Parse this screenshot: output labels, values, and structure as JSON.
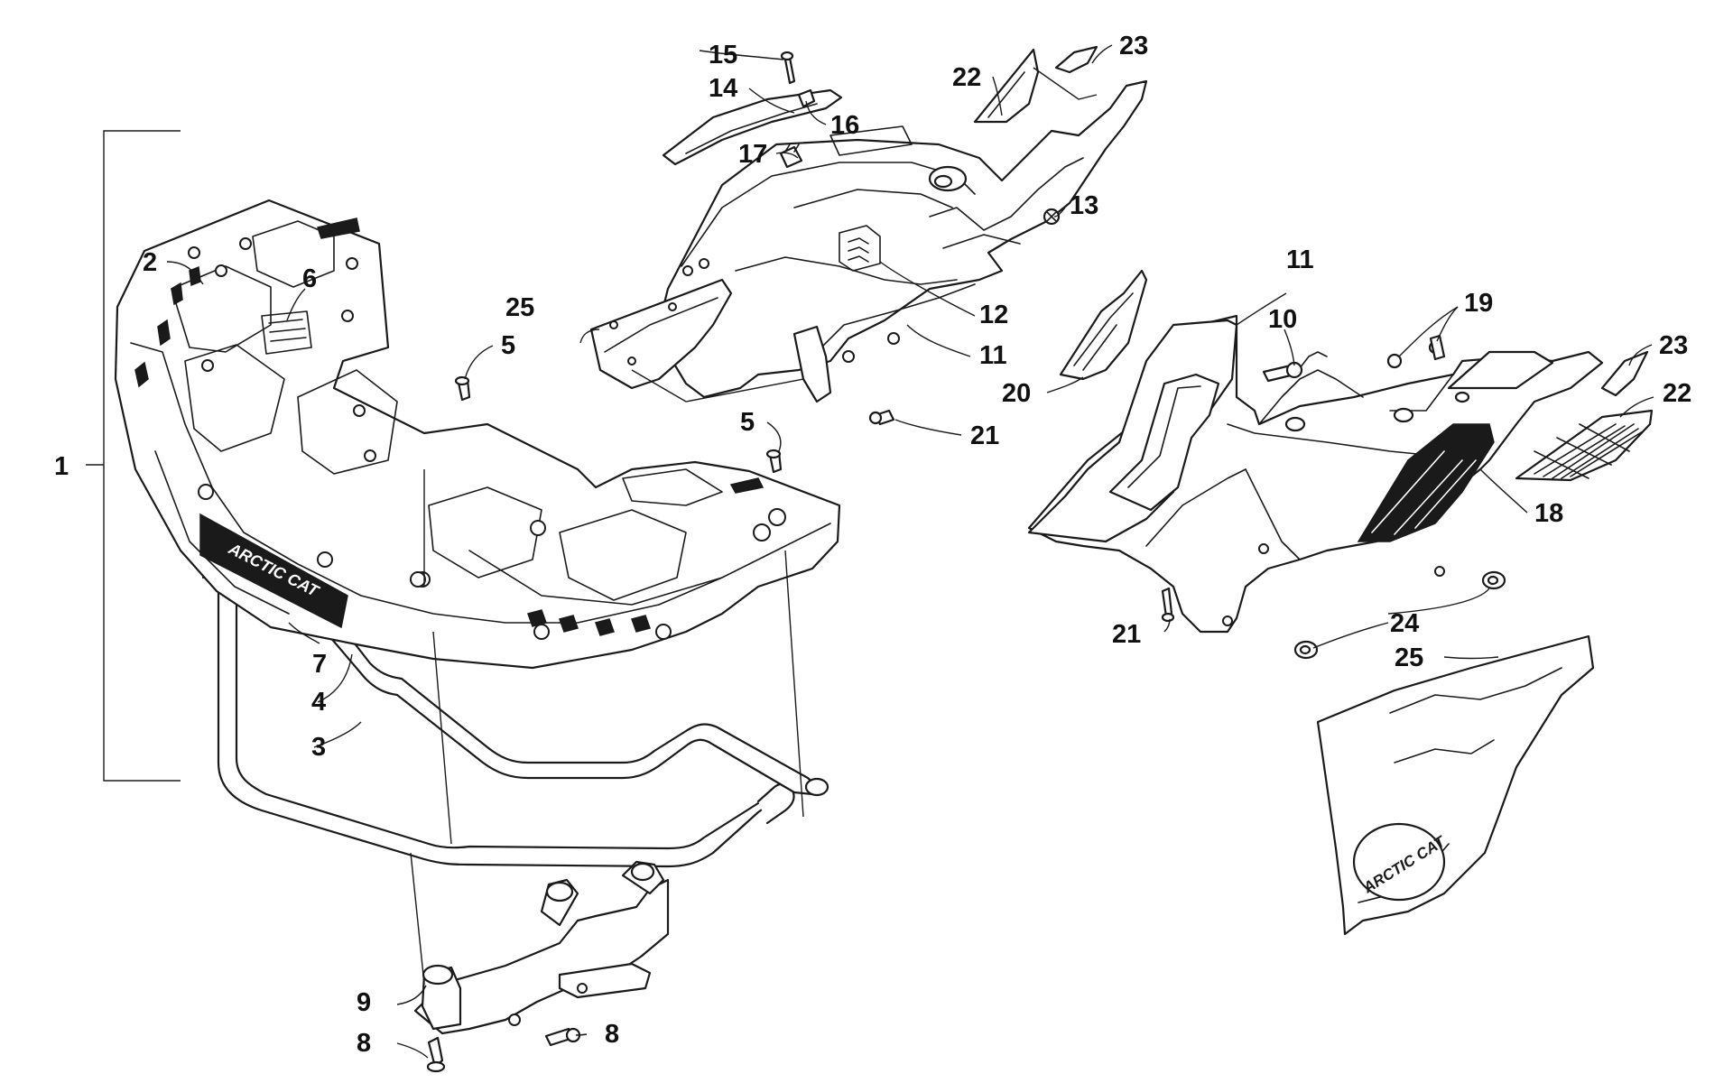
{
  "decals": {
    "front_brand": "ARCTIC CAT",
    "side_brand": "ARCTIC CAT"
  },
  "callouts": [
    "1",
    "2",
    "3",
    "4",
    "5",
    "5",
    "6",
    "7",
    "8",
    "8",
    "9",
    "10",
    "11",
    "11",
    "12",
    "13",
    "14",
    "15",
    "16",
    "17",
    "18",
    "19",
    "20",
    "21",
    "21",
    "22",
    "22",
    "23",
    "23",
    "24",
    "25",
    "25"
  ],
  "colors": {
    "ink": "#1a1a1a",
    "paper": "#ffffff"
  }
}
